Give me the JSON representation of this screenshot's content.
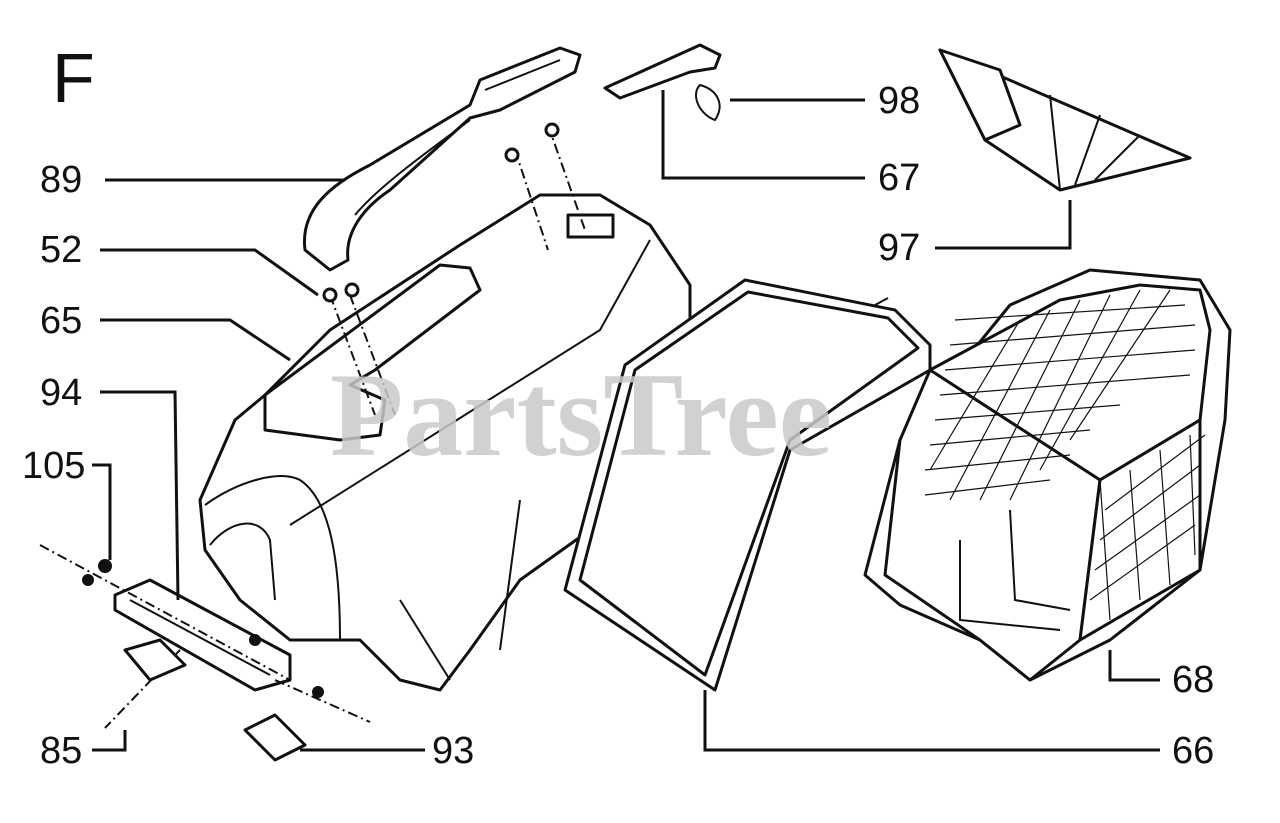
{
  "section_letter": "F",
  "watermark": "PartsTree",
  "callouts": {
    "c89": "89",
    "c52": "52",
    "c65": "65",
    "c94": "94",
    "c105": "105",
    "c85": "85",
    "c93": "93",
    "c98": "98",
    "c67": "67",
    "c97": "97",
    "c68": "68",
    "c66": "66"
  }
}
